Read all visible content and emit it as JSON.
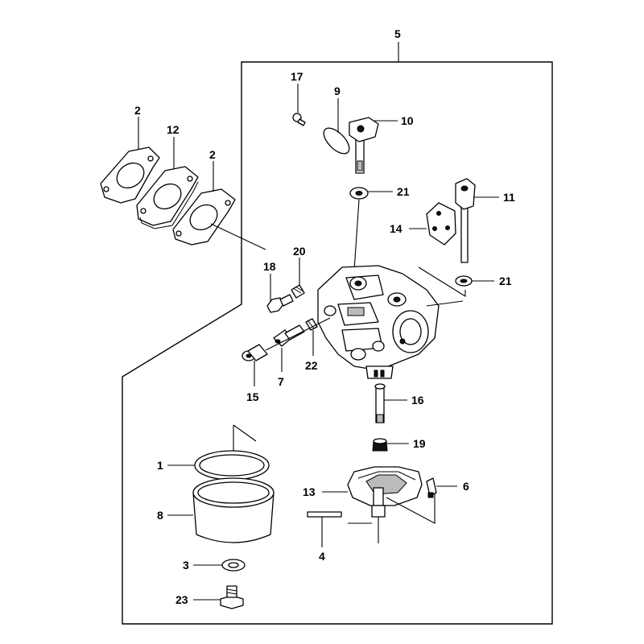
{
  "callouts": {
    "c1": "1",
    "c2a": "2",
    "c2b": "2",
    "c3": "3",
    "c4": "4",
    "c5": "5",
    "c6": "6",
    "c7": "7",
    "c8": "8",
    "c9": "9",
    "c10": "10",
    "c11": "11",
    "c12": "12",
    "c13": "13",
    "c14": "14",
    "c15": "15",
    "c16": "16",
    "c17": "17",
    "c18": "18",
    "c19": "19",
    "c20": "20",
    "c21a": "21",
    "c21b": "21",
    "c22": "22",
    "c23": "23"
  }
}
